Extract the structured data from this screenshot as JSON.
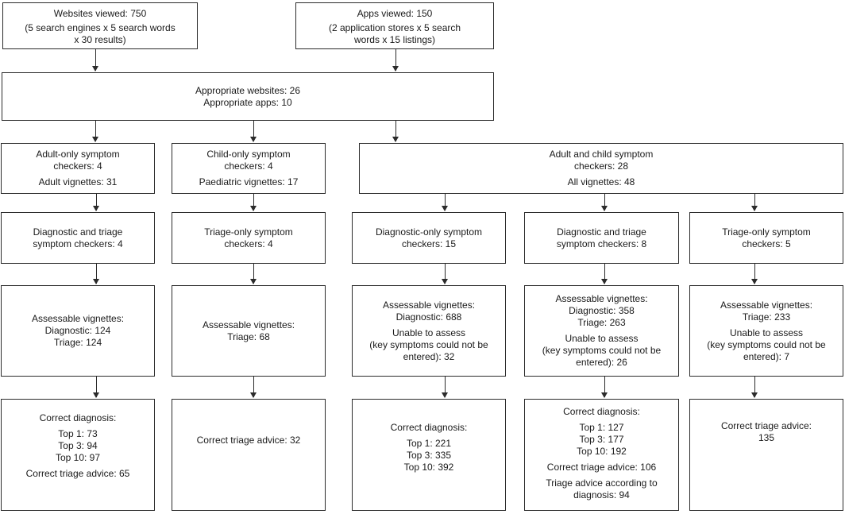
{
  "figure": {
    "type": "flowchart",
    "background_color": "#ffffff",
    "border_color": "#2b2b2b",
    "text_color": "#1a1a1a"
  },
  "boxes": {
    "websites": {
      "title": "Websites viewed: 750",
      "detail": "(5 search engines x 5 search words\nx 30 results)"
    },
    "apps": {
      "title": "Apps viewed: 150",
      "detail": "(2 application stores x 5 search\nwords x 15 listings)"
    },
    "appropriate": {
      "title": "Appropriate websites: 26\nAppropriate apps: 10"
    },
    "adult_only": {
      "title": "Adult-only symptom\ncheckers: 4",
      "detail": "Adult vignettes: 31"
    },
    "child_only": {
      "title": "Child-only symptom\ncheckers: 4",
      "detail": "Paediatric vignettes: 17"
    },
    "adult_child": {
      "title": "Adult and child symptom\ncheckers: 28",
      "detail": "All vignettes: 48"
    },
    "diag_triage_4": {
      "title": "Diagnostic and triage\nsymptom checkers: 4"
    },
    "triage_only_4": {
      "title": "Triage-only symptom\ncheckers: 4"
    },
    "diag_only_15": {
      "title": "Diagnostic-only symptom\ncheckers: 15"
    },
    "diag_triage_8": {
      "title": "Diagnostic and triage\nsymptom checkers: 8"
    },
    "triage_only_5": {
      "title": "Triage-only symptom\ncheckers: 5"
    },
    "assessable_1": {
      "title": "Assessable vignettes:\nDiagnostic: 124\nTriage: 124"
    },
    "assessable_2": {
      "title": "Assessable vignettes:\nTriage: 68"
    },
    "assessable_3": {
      "title": "Assessable vignettes:\nDiagnostic: 688",
      "detail": "Unable to assess\n(key symptoms could not be\nentered): 32"
    },
    "assessable_4": {
      "title": "Assessable vignettes:\nDiagnostic: 358\nTriage: 263",
      "detail": "Unable to assess\n(key symptoms could not be\nentered): 26"
    },
    "assessable_5": {
      "title": "Assessable vignettes:\nTriage: 233",
      "detail": "Unable to assess\n(key symptoms could not be\nentered): 7"
    },
    "results_1": {
      "heading": "Correct diagnosis:",
      "ranks": "Top 1: 73\nTop 3: 94\nTop 10: 97",
      "triage": "Correct triage advice: 65"
    },
    "results_2": {
      "heading": "Correct triage advice: 32"
    },
    "results_3": {
      "heading": "Correct diagnosis:",
      "ranks": "Top 1: 221\nTop 3: 335\nTop 10: 392"
    },
    "results_4": {
      "heading": "Correct diagnosis:",
      "ranks": "Top 1: 127\nTop 3: 177\nTop 10: 192",
      "triage": "Correct triage advice: 106",
      "triage_by_diagnosis": "Triage advice according to\ndiagnosis: 94"
    },
    "results_5": {
      "heading": "Correct triage advice:\n135"
    }
  }
}
